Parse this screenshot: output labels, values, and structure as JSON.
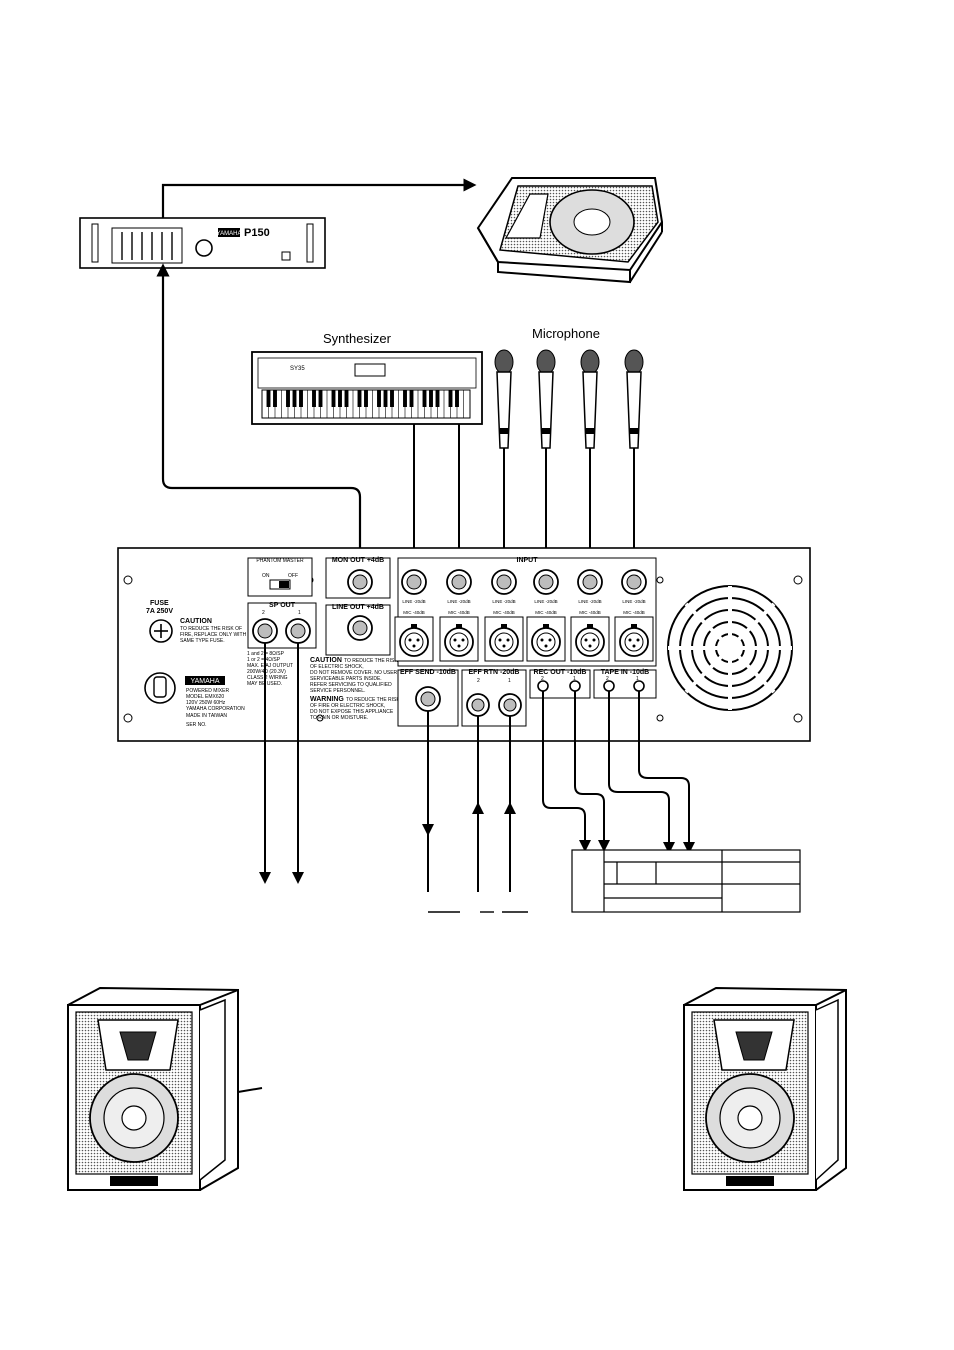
{
  "labels": {
    "synthesizer": "Synthesizer",
    "microphone": "Microphone"
  },
  "amplifier": {
    "brand": "YAMAHA",
    "model": "P150"
  },
  "synth_model": "SY35",
  "mixer": {
    "phantom": {
      "title": "PHANTOM MASTER",
      "on": "ON",
      "off": "OFF"
    },
    "mon_out": "MON OUT +4dB",
    "line_out": "LINE OUT +4dB",
    "input": "INPUT",
    "sp_out": {
      "title": "SP OUT",
      "ch2": "2",
      "ch1": "1"
    },
    "fuse": {
      "line1": "FUSE",
      "line2": "7A 250V"
    },
    "caution_fuse": {
      "title": "CAUTION",
      "line1": "TO REDUCE THE RISK OF",
      "line2": "FIRE, REPLACE ONLY WITH",
      "line3": "SAME TYPE FUSE."
    },
    "sp_notes": [
      "1 and 2 = 8Ω/SP",
      "1 or 2 = 4Ω/SP",
      "MAX. EIAJ OUTPUT",
      "200W/4Ω (20.3V)",
      "CLASS 2 WIRING",
      "MAY BE USED."
    ],
    "caution_main": {
      "title": "CAUTION",
      "lines": [
        "TO REDUCE THE RISK",
        "OF ELECTRIC SHOCK,",
        "DO NOT REMOVE COVER. NO USER",
        "SERVICEABLE PARTS INSIDE.",
        "REFER SERVICING TO QUALIFIED",
        "SERVICE PERSONNEL."
      ]
    },
    "warning": {
      "title": "WARNING",
      "lines": [
        "TO REDUCE THE RISK",
        "OF FIRE OR ELECTRIC SHOCK,",
        "DO NOT EXPOSE THIS APPLIANCE",
        "TO RAIN OR MOISTURE."
      ]
    },
    "nameplate": {
      "brand": "YAMAHA",
      "line1": "POWERED MIXER",
      "line2": "MODEL EMX620",
      "line3": "120V  250W  60Hz",
      "line4": "YAMAHA CORPORATION",
      "line5": "MADE IN TAIWAN",
      "line6": "SER NO."
    },
    "line_jack_label": "LINE -20dB",
    "mic_jack_label": "MIC -40dB",
    "eff_send": "EFF SEND -10dB",
    "eff_rtn": {
      "title": "EFF RTN -20dB",
      "ch2": "2",
      "ch1": "1"
    },
    "rec_out": {
      "title": "REC OUT -10dB",
      "ch2": "2",
      "ch1": "1"
    },
    "tape_in": {
      "title": "TAPE IN -10dB",
      "ch2": "2",
      "ch1": "1"
    }
  },
  "colors": {
    "ink": "#000000",
    "paper": "#ffffff",
    "shade": "#bdbdbd"
  }
}
